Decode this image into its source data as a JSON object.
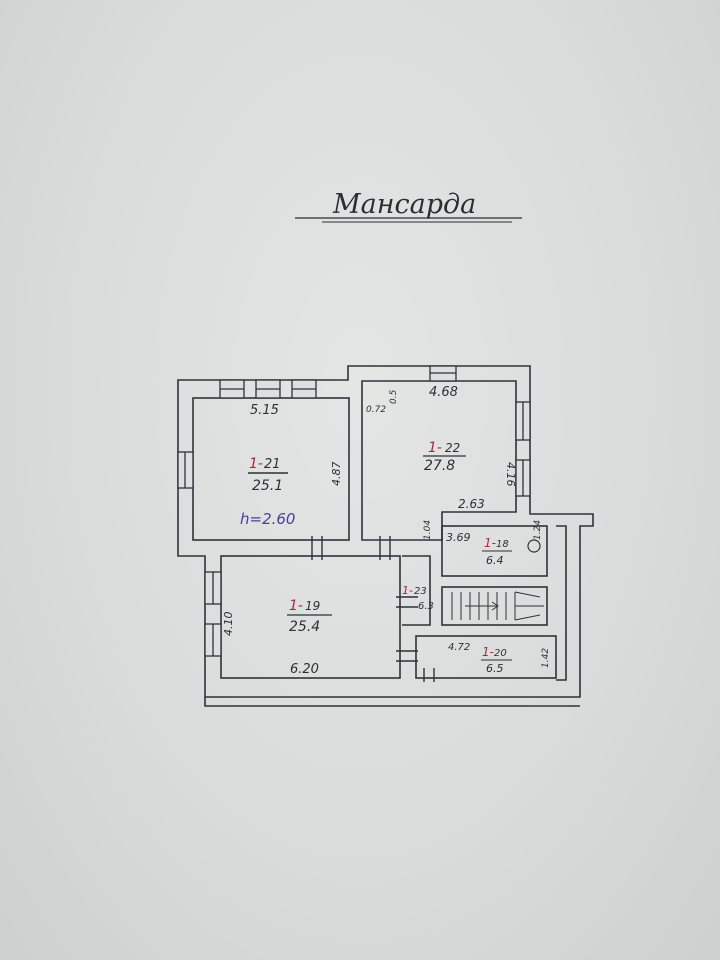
{
  "title": "Мансарда",
  "colors": {
    "wall": "#2f3238",
    "paper": "#dde0df",
    "room_code": "#b0253a",
    "height_mark": "#4a3f9a"
  },
  "rooms": [
    {
      "id": "room-21",
      "code_prefix": "1-",
      "code_number": "21",
      "area": "25.1",
      "width_label": "5.15",
      "side_label": "4.87"
    },
    {
      "id": "room-22",
      "code_prefix": "1-",
      "code_number": "22",
      "area": "27.8",
      "width_label": "4.68",
      "side_label": "4.16",
      "bottom_label": "2.63",
      "corner_label_a": "0.5",
      "corner_label_b": "0.72",
      "step_label": "1.04"
    },
    {
      "id": "room-18",
      "code_prefix": "1-",
      "code_number": "18",
      "area": "6.4",
      "width_label": "3.69",
      "side_label": "1.24"
    },
    {
      "id": "room-19",
      "code_prefix": "1-",
      "code_number": "19",
      "area": "25.4",
      "width_label": "6.20",
      "side_label": "4.10"
    },
    {
      "id": "room-23",
      "code_prefix": "1-",
      "code_number": "23",
      "area": "6.3"
    },
    {
      "id": "room-20",
      "code_prefix": "1-",
      "code_number": "20",
      "area": "6.5",
      "width_label": "4.72",
      "side_label": "1.42"
    }
  ],
  "height_mark": "h=2.60"
}
